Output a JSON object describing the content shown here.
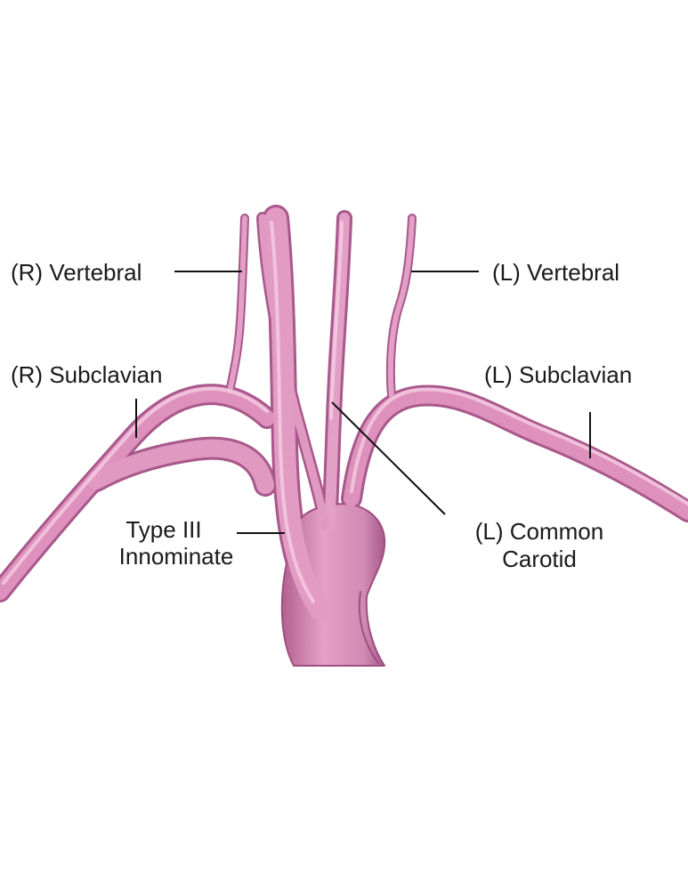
{
  "colors": {
    "vessel": "#d98ab5",
    "vessel_light": "#f2bcd8",
    "vessel_dark": "#a8588a",
    "background": "#ffffff",
    "text": "#1a1a1a"
  },
  "labels": {
    "r_vertebral": "(R) Vertebral",
    "l_vertebral": "(L) Vertebral",
    "r_subclavian": "(R) Subclavian",
    "l_subclavian": "(L) Subclavian",
    "innominate_line1": "Type III",
    "innominate_line2": "Innominate",
    "l_common_carotid_line1": "(L) Common",
    "l_common_carotid_line2": "Carotid"
  }
}
